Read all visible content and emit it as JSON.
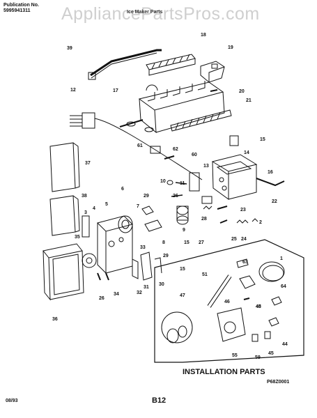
{
  "header": {
    "pub_label": "Publication No.",
    "pub_number": "5995941311",
    "watermark": "AppliancePartsPros.com",
    "title_partial": "Ice Maker Parts"
  },
  "install_caption": "INSTALLATION PARTS",
  "figure_code": "P68Z0001",
  "footer": {
    "date": "08/93",
    "page": "B12"
  },
  "callouts": [
    "39",
    "18",
    "19",
    "12",
    "17",
    "20",
    "21",
    "61",
    "62",
    "60",
    "15",
    "14",
    "37",
    "10",
    "11",
    "13",
    "16",
    "6",
    "5",
    "7",
    "29",
    "26",
    "28",
    "23",
    "22",
    "2",
    "38",
    "3",
    "4",
    "8",
    "9",
    "27",
    "15",
    "25",
    "24",
    "35",
    "33",
    "29",
    "15",
    "36",
    "31",
    "30",
    "34",
    "26",
    "32",
    "63",
    "1",
    "51",
    "47",
    "46",
    "45",
    "64",
    "44",
    "55",
    "59",
    "45",
    "48"
  ]
}
